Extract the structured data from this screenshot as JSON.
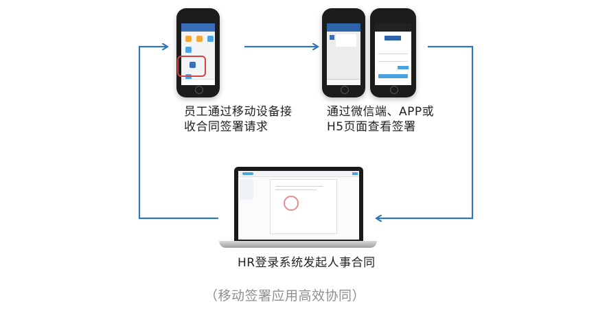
{
  "steps": {
    "mobile_receive": "员工通过移动设备接\n收合同签署请求",
    "wechat_view": "通过微信端、APP或\nH5页面查看签署",
    "hr_initiate": "HR登录系统发起人事合同"
  },
  "footer_caption": "（移动签署应用高效协同）",
  "colors": {
    "arrow": "#2e74c0",
    "highlight": "#d94040",
    "caption_gray": "#8f8f8f"
  }
}
